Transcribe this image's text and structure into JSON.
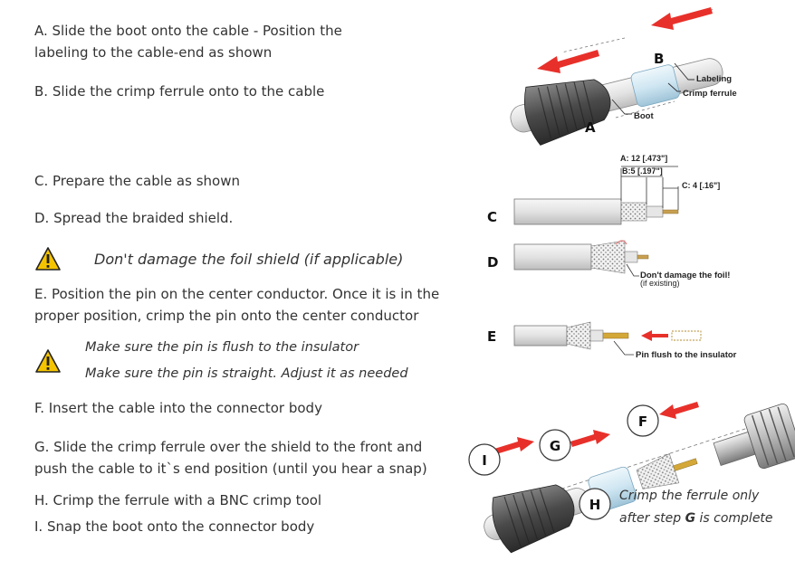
{
  "steps": {
    "a1": "A.  Slide the boot onto the cable - Position the",
    "a2": "labeling to the cable-end as shown",
    "b": "B. Slide the crimp ferrule onto to the cable",
    "c": "C. Prepare the cable as shown",
    "d": "D. Spread the braided shield.",
    "warn1": "Don't damage the foil shield (if applicable)",
    "e1": "E.  Position the pin on the center conductor. Once it is in the",
    "e2": "proper position, crimp the pin onto the center conductor",
    "warn2a": "Make sure the pin is flush to the insulator",
    "warn2b": "Make sure the pin is straight. Adjust it as needed",
    "f": "F. Insert the cable into the connector body",
    "g1": "G. Slide the crimp ferrule over the shield to the front and",
    "g2": "push the cable to it`s end position (until you hear a snap)",
    "h": "H. Crimp the ferrule with a BNC crimp tool",
    "i": "I. Snap the boot onto the connector body"
  },
  "figure": {
    "label_a": "A",
    "label_b": "B",
    "labeling": "Labeling",
    "crimp_ferrule": "Crimp ferrule",
    "boot": "Boot",
    "label_c": "C",
    "dim_a": "A: 12 [.473\"]",
    "dim_b": "B:5 [.197\"]",
    "dim_c": "C: 4 [.16\"]",
    "label_d": "D",
    "foil_note": "Don't damage the foil!",
    "foil_note2": "(if existing)",
    "label_e": "E",
    "pin_note": "Pin flush to the insulator",
    "label_f": "F",
    "label_g": "G",
    "label_h": "H",
    "label_i": "I",
    "crimp_note1": "Crimp the ferrule only",
    "crimp_note2_pre": "after step ",
    "crimp_note2_bold": "G",
    "crimp_note2_post": " is complete"
  },
  "colors": {
    "text": "#333333",
    "arrow": "#e8302a",
    "warning": "#f5c400",
    "ferrule": "#cfe6f2",
    "boot": "#555555"
  },
  "icons": [
    "warning-triangle-icon",
    "arrow-left-icon"
  ]
}
